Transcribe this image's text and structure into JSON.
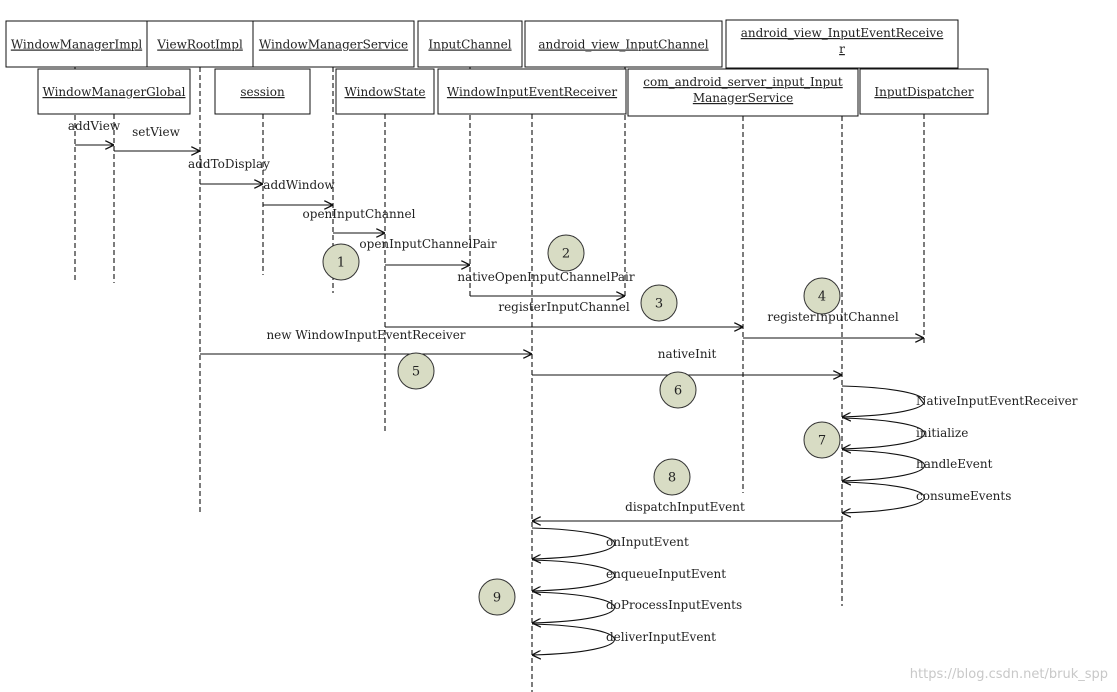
{
  "objects": [
    {
      "id": "wmi",
      "label": "WindowManagerImpl"
    },
    {
      "id": "vri",
      "label": "ViewRootImpl"
    },
    {
      "id": "wms",
      "label": "WindowManagerService"
    },
    {
      "id": "ic",
      "label": "InputChannel"
    },
    {
      "id": "avic",
      "label": "android_view_InputChannel"
    },
    {
      "id": "avier",
      "label": [
        "android_view_InputEventReceive",
        "r"
      ]
    },
    {
      "id": "wmg",
      "label": "WindowManagerGlobal"
    },
    {
      "id": "ses",
      "label": "session"
    },
    {
      "id": "ws",
      "label": "WindowState"
    },
    {
      "id": "wier",
      "label": "WindowInputEventReceiver"
    },
    {
      "id": "cims",
      "label": [
        "com_android_server_input_Input",
        "ManagerService"
      ]
    },
    {
      "id": "idp",
      "label": "InputDispatcher"
    }
  ],
  "messages": [
    {
      "label": "addView"
    },
    {
      "label": "setView"
    },
    {
      "label": "addToDisplay"
    },
    {
      "label": "addWindow"
    },
    {
      "label": "openInputChannel"
    },
    {
      "label": "openInputChannelPair"
    },
    {
      "label": "nativeOpenInputChannelPair"
    },
    {
      "label": "registerInputChannel"
    },
    {
      "label": "registerInputChannel"
    },
    {
      "label": "new WindowInputEventReceiver"
    },
    {
      "label": "nativeInit"
    },
    {
      "label": "NativeInputEventReceiver"
    },
    {
      "label": "initialize"
    },
    {
      "label": "handleEvent"
    },
    {
      "label": "consumeEvents"
    },
    {
      "label": "dispatchInputEvent"
    },
    {
      "label": "onInputEvent"
    },
    {
      "label": "enqueueInputEvent"
    },
    {
      "label": "doProcessInputEvents"
    },
    {
      "label": "deliverInputEvent"
    }
  ],
  "steps": [
    "1",
    "2",
    "3",
    "4",
    "5",
    "6",
    "7",
    "8",
    "9"
  ],
  "watermark": "https://blog.csdn.net/bruk_spp",
  "colors": {
    "line": "#111111",
    "circle_fill": "#d8dcc4",
    "circle_stroke": "#333333",
    "watermark": "#c8c8c8"
  }
}
